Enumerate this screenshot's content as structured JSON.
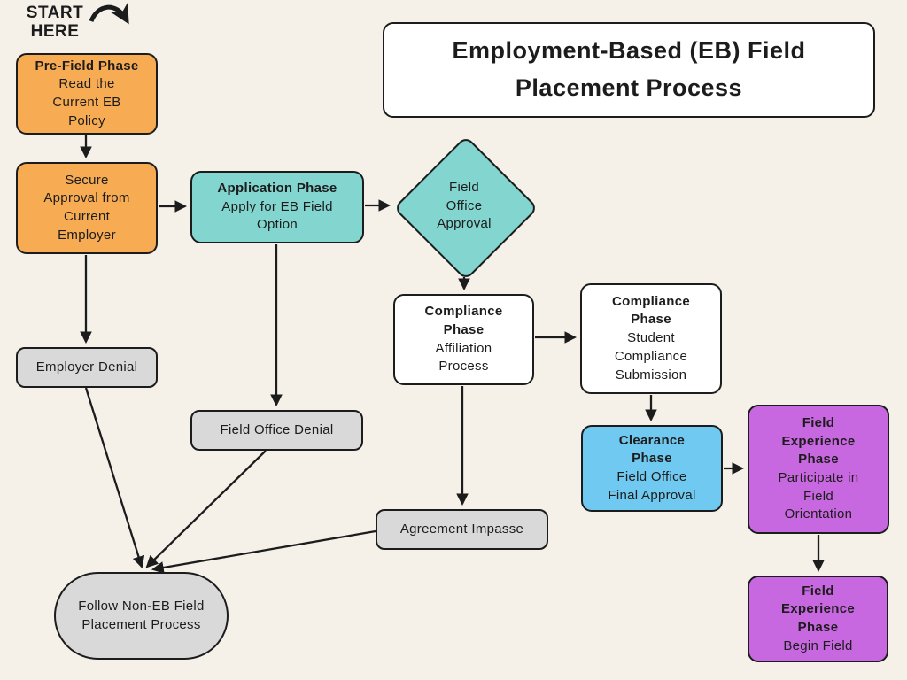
{
  "background": "#F5F0E8",
  "colors": {
    "orange": "#F7AC53",
    "teal": "#83D6D0",
    "blue": "#6FC9F0",
    "purple": "#C868E0",
    "gray": "#D9D9D9",
    "white": "#FFFFFF",
    "line": "#1C1C1C"
  },
  "title_box": {
    "text": "Employment-Based (EB) Field\nPlacement Process"
  },
  "start": {
    "label": "START\nHERE"
  },
  "nodes": {
    "pre_field": {
      "title": "Pre-Field Phase",
      "body": "Read the\nCurrent EB\nPolicy"
    },
    "secure_approval": {
      "body": "Secure\nApproval from\nCurrent\nEmployer"
    },
    "application": {
      "title": "Application Phase",
      "body": "Apply for EB Field\nOption"
    },
    "field_office_approval": {
      "body": "Field\nOffice\nApproval"
    },
    "compliance_affiliation": {
      "title": "Compliance\nPhase",
      "body": "Affiliation\nProcess"
    },
    "compliance_student": {
      "title": "Compliance\nPhase",
      "body": "Student\nCompliance\nSubmission"
    },
    "clearance": {
      "title": "Clearance\nPhase",
      "body": "Field Office\nFinal Approval"
    },
    "field_exp_orientation": {
      "title": "Field\nExperience\nPhase",
      "body": "Participate in\nField\nOrientation"
    },
    "field_exp_begin": {
      "title": "Field\nExperience\nPhase",
      "body": "Begin Field"
    },
    "employer_denial": {
      "body": "Employer Denial"
    },
    "field_office_denial": {
      "body": "Field Office Denial"
    },
    "agreement_impasse": {
      "body": "Agreement Impasse"
    },
    "follow_non_eb": {
      "body": "Follow Non-EB Field\nPlacement Process"
    }
  }
}
